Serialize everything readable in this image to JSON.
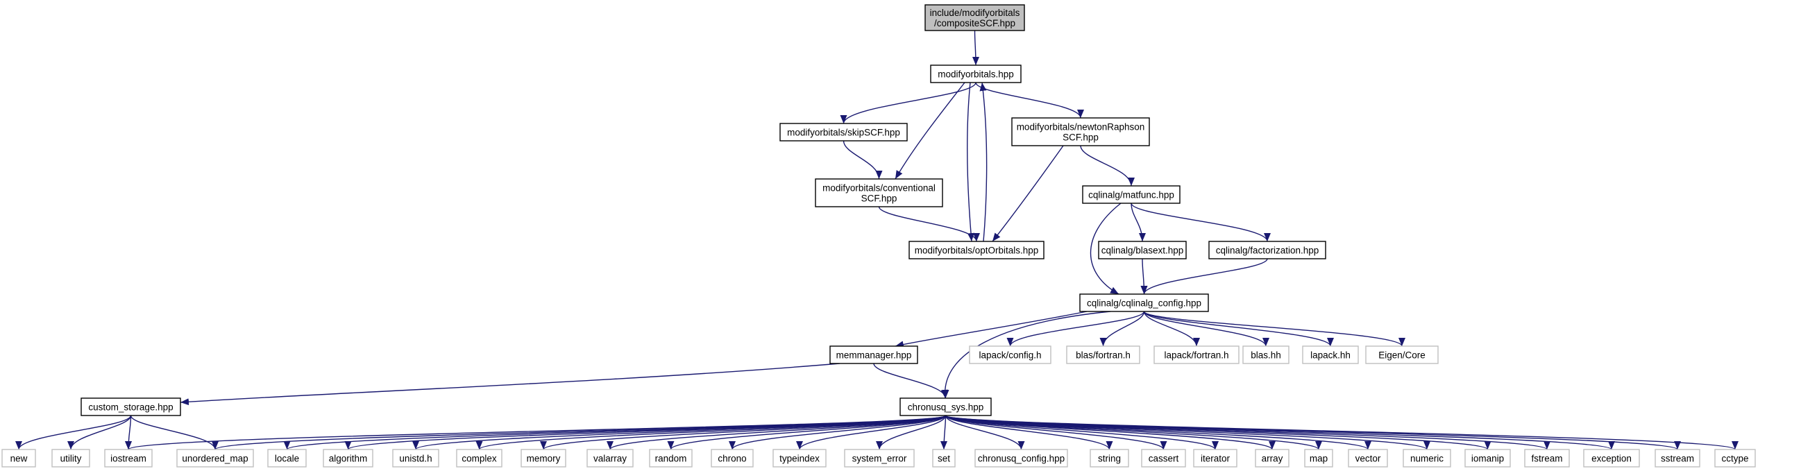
{
  "colors": {
    "edge": "#191970",
    "root_fill": "#bfbfbf",
    "node_border": "#000000",
    "system_header_border": "#bfbfbf",
    "system_header_text": "#000000",
    "background": "#ffffff"
  },
  "nodes": [
    {
      "id": "root",
      "lines": [
        "include/modifyorbitals",
        "/compositeSCF.hpp"
      ],
      "kind": "root"
    },
    {
      "id": "modifyorbitals",
      "lines": [
        "modifyorbitals.hpp"
      ],
      "kind": "file"
    },
    {
      "id": "skipSCF",
      "lines": [
        "modifyorbitals/skipSCF.hpp"
      ],
      "kind": "file"
    },
    {
      "id": "newtonRaphson",
      "lines": [
        "modifyorbitals/newtonRaphson",
        "SCF.hpp"
      ],
      "kind": "file"
    },
    {
      "id": "conventional",
      "lines": [
        "modifyorbitals/conventional",
        "SCF.hpp"
      ],
      "kind": "file"
    },
    {
      "id": "optOrbitals",
      "lines": [
        "modifyorbitals/optOrbitals.hpp"
      ],
      "kind": "file"
    },
    {
      "id": "matfunc",
      "lines": [
        "cqlinalg/matfunc.hpp"
      ],
      "kind": "file"
    },
    {
      "id": "blasext",
      "lines": [
        "cqlinalg/blasext.hpp"
      ],
      "kind": "file"
    },
    {
      "id": "factorization",
      "lines": [
        "cqlinalg/factorization.hpp"
      ],
      "kind": "file"
    },
    {
      "id": "cqlinalg_config",
      "lines": [
        "cqlinalg/cqlinalg_config.hpp"
      ],
      "kind": "file"
    },
    {
      "id": "memmanager",
      "lines": [
        "memmanager.hpp"
      ],
      "kind": "file"
    },
    {
      "id": "lapack_config",
      "lines": [
        "lapack/config.h"
      ],
      "kind": "system"
    },
    {
      "id": "blas_fortran",
      "lines": [
        "blas/fortran.h"
      ],
      "kind": "system"
    },
    {
      "id": "lapack_fortran",
      "lines": [
        "lapack/fortran.h"
      ],
      "kind": "system"
    },
    {
      "id": "blas_hh",
      "lines": [
        "blas.hh"
      ],
      "kind": "system"
    },
    {
      "id": "lapack_hh",
      "lines": [
        "lapack.hh"
      ],
      "kind": "system"
    },
    {
      "id": "eigen_core",
      "lines": [
        "Eigen/Core"
      ],
      "kind": "system"
    },
    {
      "id": "custom_storage",
      "lines": [
        "custom_storage.hpp"
      ],
      "kind": "file"
    },
    {
      "id": "chronusq_sys",
      "lines": [
        "chronusq_sys.hpp"
      ],
      "kind": "file"
    },
    {
      "id": "new",
      "lines": [
        "new"
      ],
      "kind": "system"
    },
    {
      "id": "utility",
      "lines": [
        "utility"
      ],
      "kind": "system"
    },
    {
      "id": "iostream",
      "lines": [
        "iostream"
      ],
      "kind": "system"
    },
    {
      "id": "unordered_map",
      "lines": [
        "unordered_map"
      ],
      "kind": "system"
    },
    {
      "id": "locale",
      "lines": [
        "locale"
      ],
      "kind": "system"
    },
    {
      "id": "algorithm",
      "lines": [
        "algorithm"
      ],
      "kind": "system"
    },
    {
      "id": "unistd",
      "lines": [
        "unistd.h"
      ],
      "kind": "system"
    },
    {
      "id": "complex",
      "lines": [
        "complex"
      ],
      "kind": "system"
    },
    {
      "id": "memory",
      "lines": [
        "memory"
      ],
      "kind": "system"
    },
    {
      "id": "valarray",
      "lines": [
        "valarray"
      ],
      "kind": "system"
    },
    {
      "id": "random",
      "lines": [
        "random"
      ],
      "kind": "system"
    },
    {
      "id": "chrono",
      "lines": [
        "chrono"
      ],
      "kind": "system"
    },
    {
      "id": "typeindex",
      "lines": [
        "typeindex"
      ],
      "kind": "system"
    },
    {
      "id": "system_error",
      "lines": [
        "system_error"
      ],
      "kind": "system"
    },
    {
      "id": "set",
      "lines": [
        "set"
      ],
      "kind": "system"
    },
    {
      "id": "chronusq_config",
      "lines": [
        "chronusq_config.hpp"
      ],
      "kind": "system"
    },
    {
      "id": "string",
      "lines": [
        "string"
      ],
      "kind": "system"
    },
    {
      "id": "cassert",
      "lines": [
        "cassert"
      ],
      "kind": "system"
    },
    {
      "id": "iterator",
      "lines": [
        "iterator"
      ],
      "kind": "system"
    },
    {
      "id": "array",
      "lines": [
        "array"
      ],
      "kind": "system"
    },
    {
      "id": "map",
      "lines": [
        "map"
      ],
      "kind": "system"
    },
    {
      "id": "vector",
      "lines": [
        "vector"
      ],
      "kind": "system"
    },
    {
      "id": "numeric",
      "lines": [
        "numeric"
      ],
      "kind": "system"
    },
    {
      "id": "iomanip",
      "lines": [
        "iomanip"
      ],
      "kind": "system"
    },
    {
      "id": "fstream",
      "lines": [
        "fstream"
      ],
      "kind": "system"
    },
    {
      "id": "exception",
      "lines": [
        "exception"
      ],
      "kind": "system"
    },
    {
      "id": "sstream",
      "lines": [
        "sstream"
      ],
      "kind": "system"
    },
    {
      "id": "cctype",
      "lines": [
        "cctype"
      ],
      "kind": "system"
    }
  ],
  "edges": [
    [
      "root",
      "modifyorbitals"
    ],
    [
      "modifyorbitals",
      "skipSCF"
    ],
    [
      "modifyorbitals",
      "newtonRaphson"
    ],
    [
      "modifyorbitals",
      "conventional"
    ],
    [
      "modifyorbitals",
      "optOrbitals"
    ],
    [
      "optOrbitals",
      "modifyorbitals"
    ],
    [
      "skipSCF",
      "conventional"
    ],
    [
      "conventional",
      "optOrbitals"
    ],
    [
      "newtonRaphson",
      "optOrbitals"
    ],
    [
      "newtonRaphson",
      "matfunc"
    ],
    [
      "matfunc",
      "cqlinalg_config"
    ],
    [
      "matfunc",
      "blasext"
    ],
    [
      "matfunc",
      "factorization"
    ],
    [
      "blasext",
      "cqlinalg_config"
    ],
    [
      "factorization",
      "cqlinalg_config"
    ],
    [
      "cqlinalg_config",
      "memmanager"
    ],
    [
      "cqlinalg_config",
      "chronusq_sys"
    ],
    [
      "cqlinalg_config",
      "lapack_config"
    ],
    [
      "cqlinalg_config",
      "blas_fortran"
    ],
    [
      "cqlinalg_config",
      "lapack_fortran"
    ],
    [
      "cqlinalg_config",
      "blas_hh"
    ],
    [
      "cqlinalg_config",
      "lapack_hh"
    ],
    [
      "cqlinalg_config",
      "eigen_core"
    ],
    [
      "memmanager",
      "custom_storage"
    ],
    [
      "memmanager",
      "chronusq_sys"
    ],
    [
      "custom_storage",
      "new"
    ],
    [
      "custom_storage",
      "utility"
    ],
    [
      "custom_storage",
      "iostream"
    ],
    [
      "custom_storage",
      "unordered_map"
    ],
    [
      "chronusq_sys",
      "iostream"
    ],
    [
      "chronusq_sys",
      "unordered_map"
    ],
    [
      "chronusq_sys",
      "locale"
    ],
    [
      "chronusq_sys",
      "algorithm"
    ],
    [
      "chronusq_sys",
      "unistd"
    ],
    [
      "chronusq_sys",
      "complex"
    ],
    [
      "chronusq_sys",
      "memory"
    ],
    [
      "chronusq_sys",
      "valarray"
    ],
    [
      "chronusq_sys",
      "random"
    ],
    [
      "chronusq_sys",
      "chrono"
    ],
    [
      "chronusq_sys",
      "typeindex"
    ],
    [
      "chronusq_sys",
      "system_error"
    ],
    [
      "chronusq_sys",
      "set"
    ],
    [
      "chronusq_sys",
      "chronusq_config"
    ],
    [
      "chronusq_sys",
      "string"
    ],
    [
      "chronusq_sys",
      "cassert"
    ],
    [
      "chronusq_sys",
      "iterator"
    ],
    [
      "chronusq_sys",
      "array"
    ],
    [
      "chronusq_sys",
      "map"
    ],
    [
      "chronusq_sys",
      "vector"
    ],
    [
      "chronusq_sys",
      "numeric"
    ],
    [
      "chronusq_sys",
      "iomanip"
    ],
    [
      "chronusq_sys",
      "fstream"
    ],
    [
      "chronusq_sys",
      "exception"
    ],
    [
      "chronusq_sys",
      "sstream"
    ],
    [
      "chronusq_sys",
      "cctype"
    ]
  ]
}
